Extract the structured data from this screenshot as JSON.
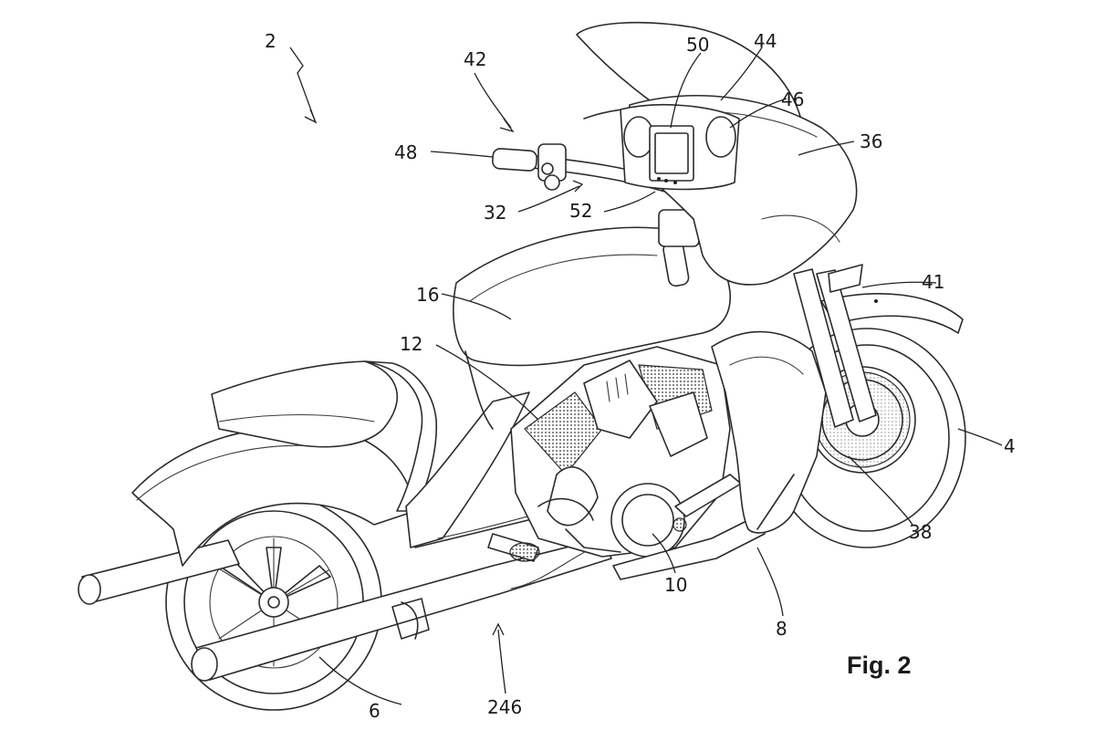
{
  "figure": {
    "caption": "Fig. 2"
  },
  "refs": {
    "r2": "2",
    "r42": "42",
    "r48": "48",
    "r32": "32",
    "r50": "50",
    "r44": "44",
    "r46": "46",
    "r36": "36",
    "r52": "52",
    "r16": "16",
    "r12": "12",
    "r41": "41",
    "r4": "4",
    "r38": "38",
    "r10": "10",
    "r8": "8",
    "r6": "6",
    "r246": "246"
  },
  "colors": {
    "line": "#2b2b2b",
    "background": "#ffffff"
  }
}
